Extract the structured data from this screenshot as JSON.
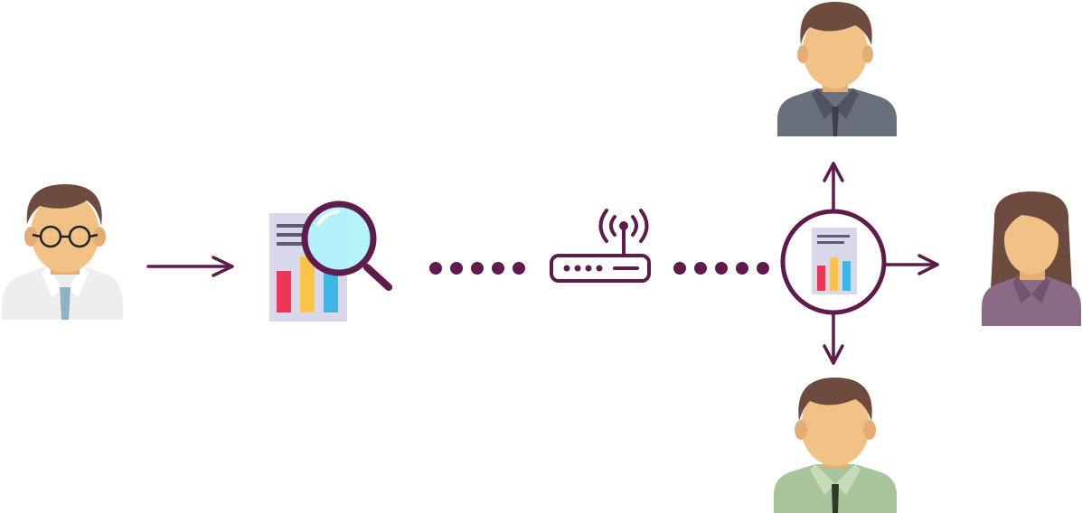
{
  "diagram": {
    "nodes": [
      {
        "id": "analyst",
        "icon": "man-with-glasses-icon",
        "shirt_color": "#eeeeee",
        "tie_color": "#8fb3c4"
      },
      {
        "id": "report-analysis",
        "icon": "report-magnifier-icon"
      },
      {
        "id": "network",
        "icon": "wifi-router-icon"
      },
      {
        "id": "shared-report",
        "icon": "shared-report-hub-icon"
      },
      {
        "id": "recipient-top",
        "icon": "man-gray-shirt-icon",
        "shirt_color": "#6a6f7e"
      },
      {
        "id": "recipient-right",
        "icon": "woman-purple-shirt-icon",
        "shirt_color": "#8a6a86"
      },
      {
        "id": "recipient-bottom",
        "icon": "man-green-shirt-icon",
        "shirt_color": "#a8c49a"
      }
    ],
    "edges": [
      {
        "from": "analyst",
        "to": "report-analysis",
        "style": "arrow"
      },
      {
        "from": "report-analysis",
        "to": "network",
        "style": "dotted"
      },
      {
        "from": "network",
        "to": "shared-report",
        "style": "dotted"
      },
      {
        "from": "shared-report",
        "to": "recipient-top",
        "style": "arrow"
      },
      {
        "from": "shared-report",
        "to": "recipient-right",
        "style": "arrow"
      },
      {
        "from": "shared-report",
        "to": "recipient-bottom",
        "style": "arrow"
      }
    ],
    "colors": {
      "accent": "#5e1b4b",
      "skin": "#f2c185",
      "hair": "#6d4b3f",
      "bar_red": "#ef3555",
      "bar_yellow": "#fbc34a",
      "bar_blue": "#3fb7e6",
      "report_bg": "#d9d7ea",
      "lens": "#aef4fb"
    }
  }
}
